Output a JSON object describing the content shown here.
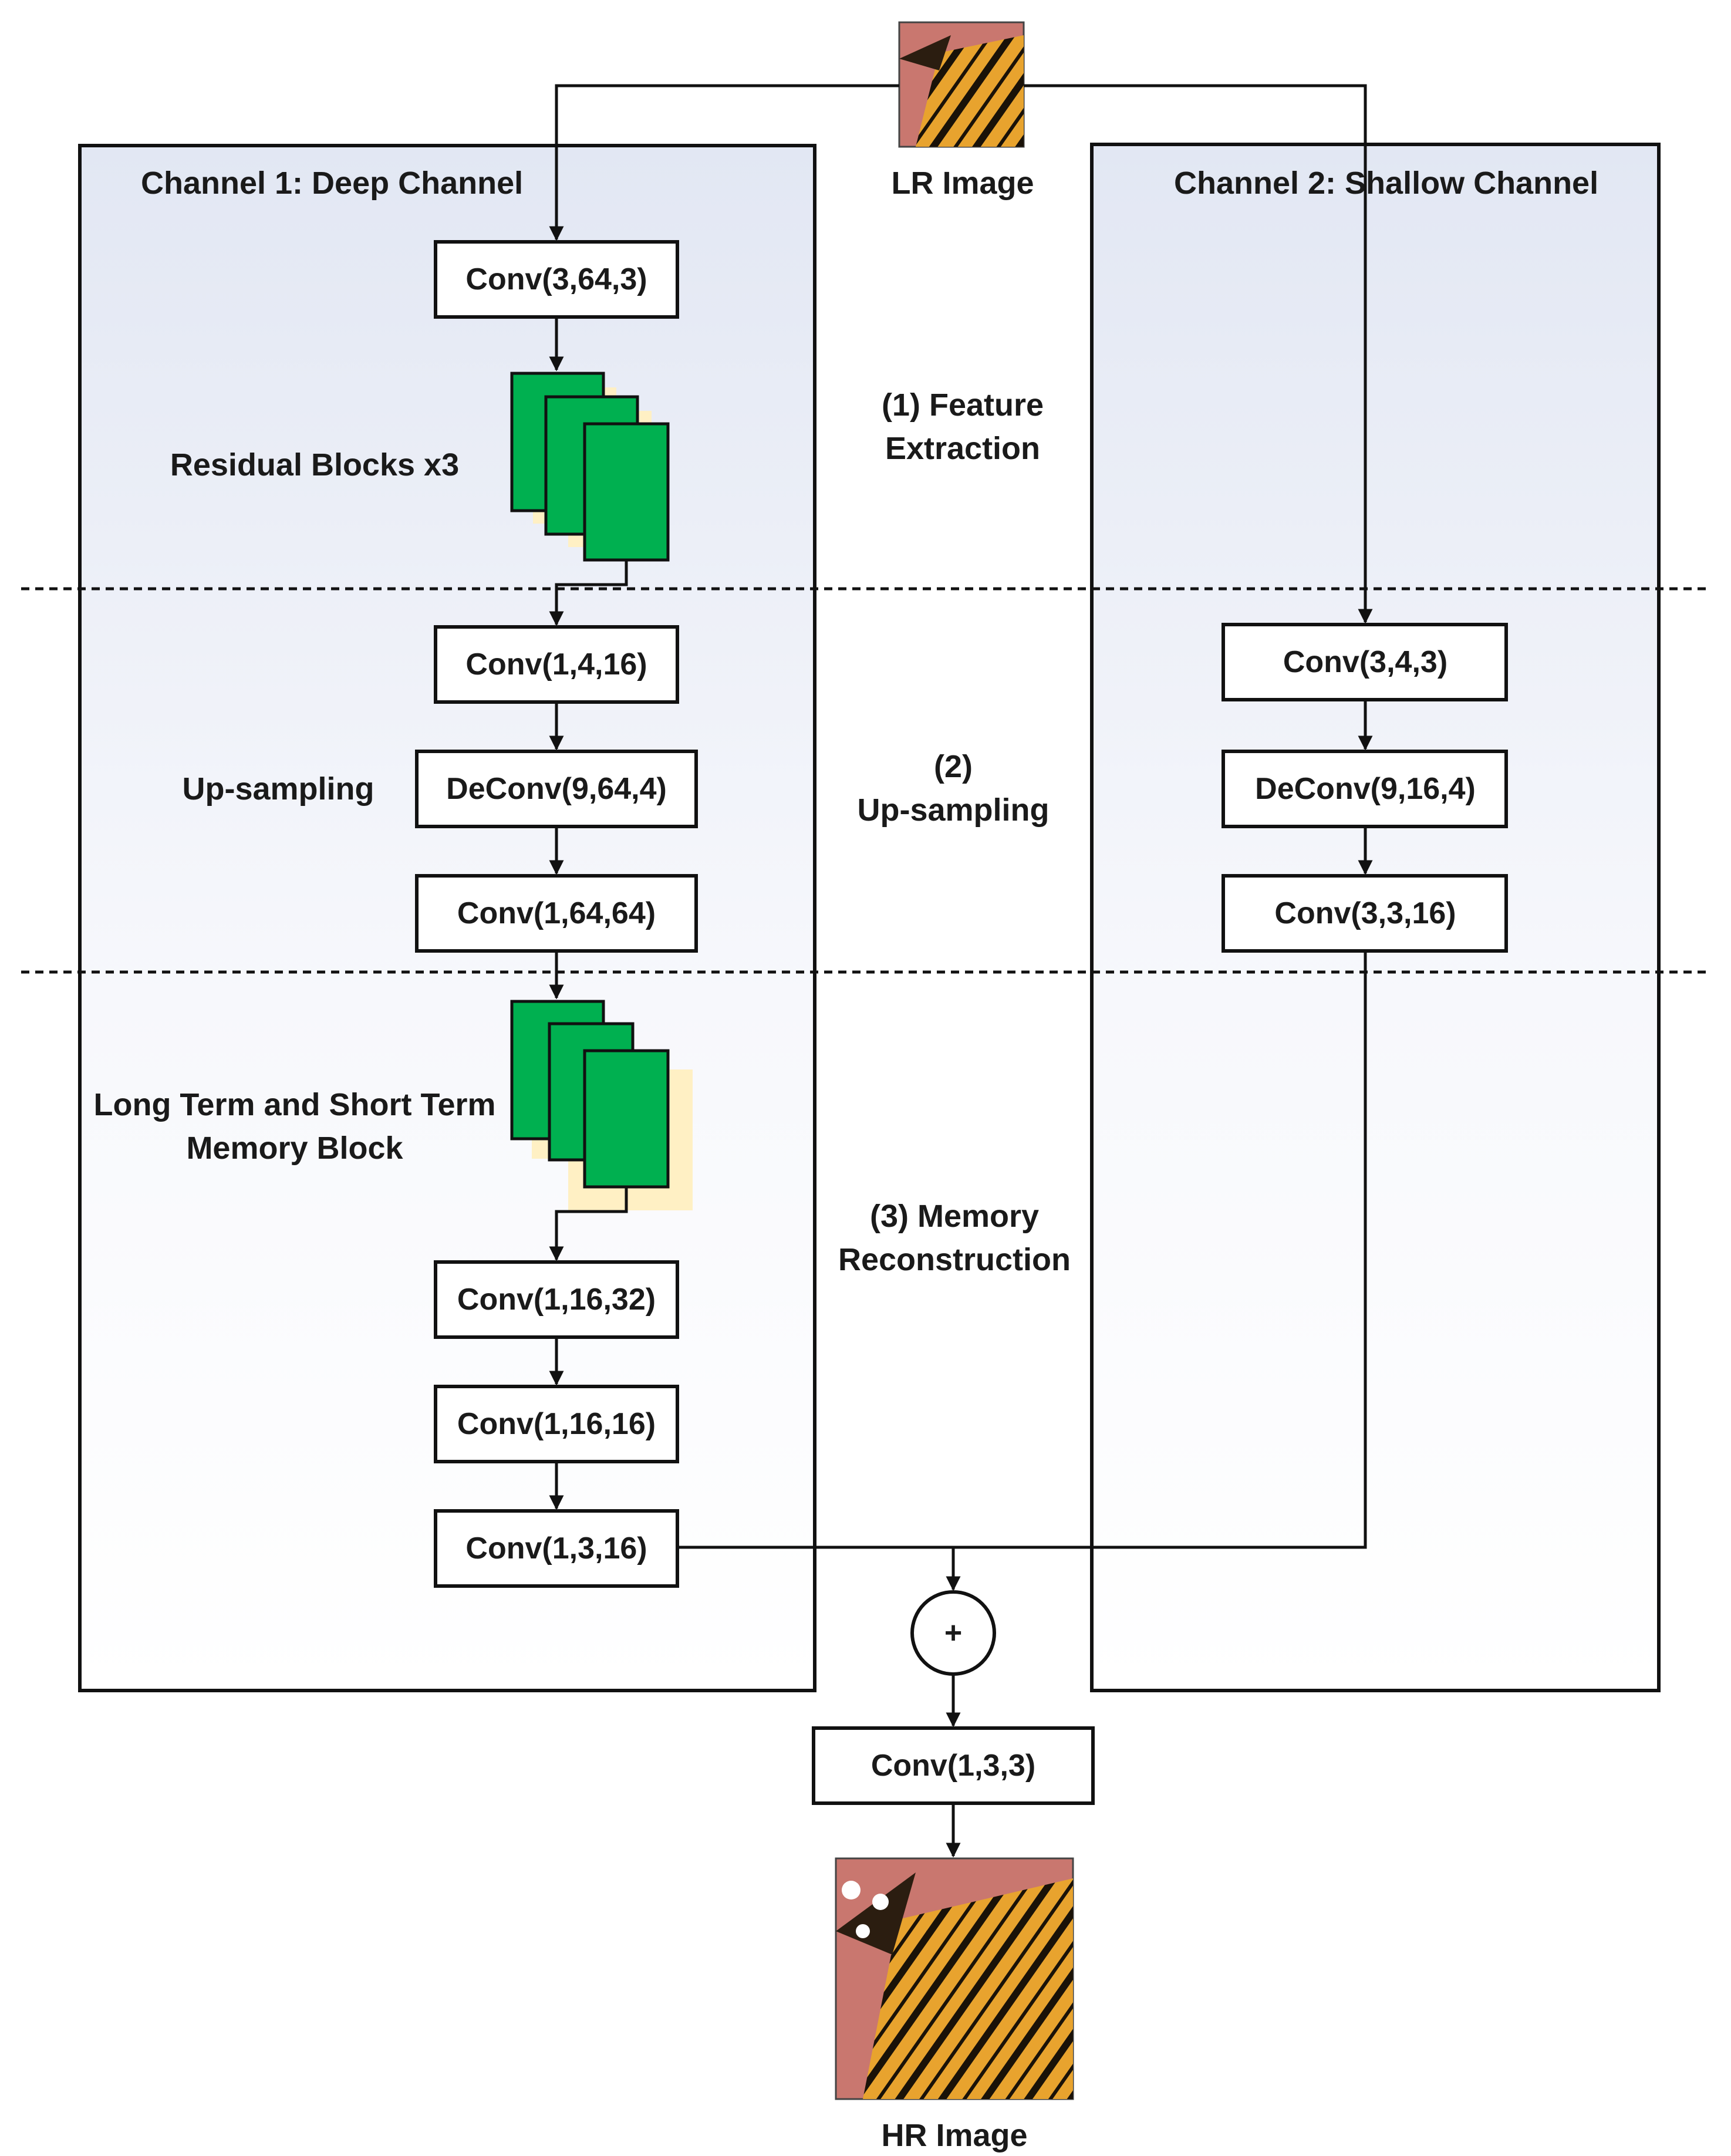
{
  "channels": {
    "deep_title": "Channel 1: Deep Channel",
    "shallow_title": "Channel 2: Shallow Channel"
  },
  "images": {
    "lr_label": "LR Image",
    "hr_label": "HR Image"
  },
  "stages": {
    "feature_line1": "(1) Feature",
    "feature_line2": "Extraction",
    "upsampling_line1": "(2)",
    "upsampling_line2": "Up-sampling",
    "memory_line1": "(3) Memory",
    "memory_line2": "Reconstruction"
  },
  "deep": {
    "conv_in": "Conv(3,64,3)",
    "residual_label": "Residual Blocks x3",
    "conv_reduce": "Conv(1,4,16)",
    "upsampling_label": "Up-sampling",
    "deconv": "DeConv(9,64,4)",
    "conv_expand": "Conv(1,64,64)",
    "memory_label_line1": "Long Term and Short Term",
    "memory_label_line2": "Memory Block",
    "conv_a": "Conv(1,16,32)",
    "conv_b": "Conv(1,16,16)",
    "conv_out": "Conv(1,3,16)"
  },
  "shallow": {
    "conv_in": "Conv(3,4,3)",
    "deconv": "DeConv(9,16,4)",
    "conv_out": "Conv(3,3,16)"
  },
  "merge": {
    "plus_symbol": "+",
    "final_conv": "Conv(1,3,3)"
  },
  "colors": {
    "block_green": "#00b050",
    "block_shadow": "#fff0c4",
    "channel_fill_top": "#e4e9f4",
    "wing_orange": "#e8a32e"
  }
}
